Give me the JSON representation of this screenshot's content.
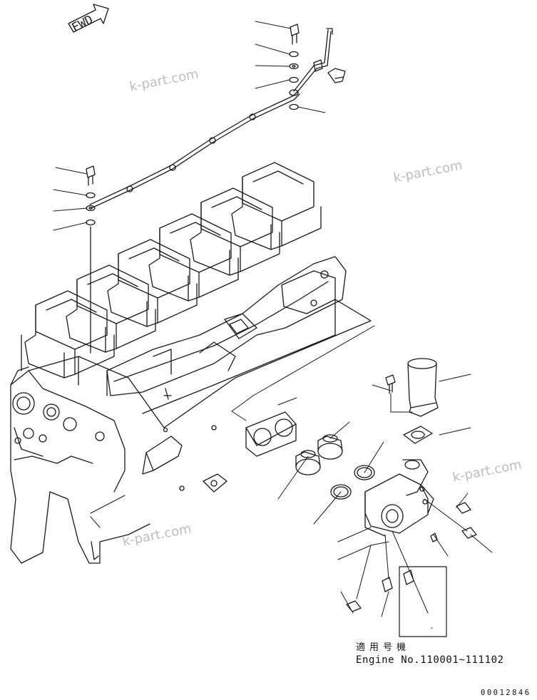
{
  "direction_marker": "FWD",
  "watermarks": [
    "k-part.com",
    "k-part.com",
    "k-part.com",
    "k-part.com"
  ],
  "applicability": {
    "label": "適用号機",
    "serial_range": "Engine No.110001~111102"
  },
  "inset_mark": "-",
  "drawing_number": "00012846",
  "colors": {
    "line": "#1a1a1a",
    "watermark": "#bdbdbd",
    "background": "#ffffff"
  }
}
